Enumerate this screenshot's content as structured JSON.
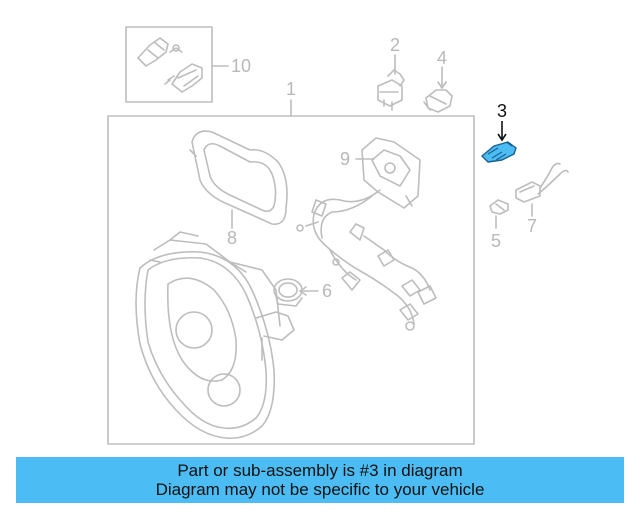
{
  "callouts": {
    "c1": "1",
    "c2": "2",
    "c3": "3",
    "c4": "4",
    "c5": "5",
    "c6": "6",
    "c7": "7",
    "c8": "8",
    "c9": "9",
    "c10": "10"
  },
  "highlight_color": "#4cbcf4",
  "banner": {
    "line1": "Part or sub-assembly is #3 in diagram",
    "line2": "Diagram may not be specific to your vehicle"
  }
}
